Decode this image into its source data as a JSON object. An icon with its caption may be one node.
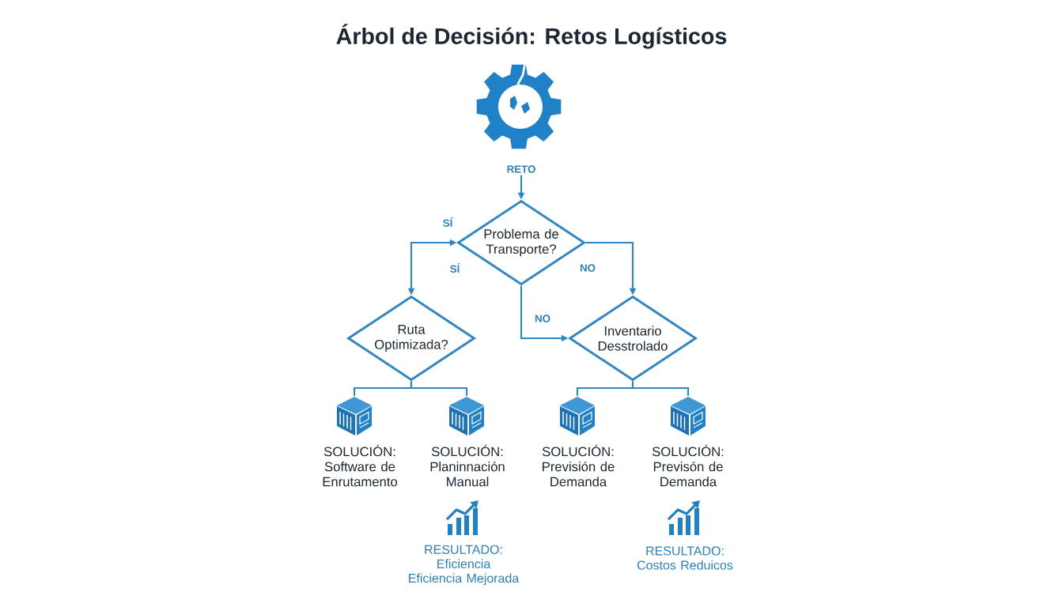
{
  "diagram": {
    "title": "Árbol de Decisión: Retos Logísticos",
    "nodes": [
      {
        "text": [
          "RETO"
        ]
      },
      {
        "text": [
          "Problema de Transporte?"
        ]
      },
      {
        "text": [
          "Ruta Optimizada?"
        ]
      },
      {
        "text": [
          "Inventario Desstrolado"
        ]
      },
      {
        "text": [],
        "shape": "picture",
        "beside": [
          "SOLUCIÓN: Software de Enrutamento"
        ]
      },
      {
        "text": [],
        "shape": "picture",
        "beside": [
          "SOLUCIÓN: Planinnación Manual"
        ]
      },
      {
        "text": [],
        "shape": "picture",
        "beside": [
          "SOLUCIÓN: Previsión de Demanda"
        ]
      },
      {
        "text": [],
        "shape": "picture",
        "beside": [
          "SOLUCIÓN: Previsón de Demanda"
        ]
      },
      {
        "text": [],
        "shape": "picture",
        "beside": [
          "RESULTADO: Eficiencia Eficiencia Mejorada"
        ]
      },
      {
        "text": [],
        "shape": "picture",
        "beside": [
          "RESULTADO: Costos Reduicos"
        ]
      }
    ],
    "edges": [
      {
        "from": 0,
        "to": 1,
        "arrow": "to"
      },
      {
        "from": 1,
        "to": 2,
        "arrow": "both",
        "label": "SÍ"
      },
      {
        "from": 1,
        "to": 3,
        "arrow": "to",
        "label": "NO"
      },
      {
        "from": 1,
        "to": 3,
        "arrow": "to",
        "label": "NO"
      },
      {
        "from": 2,
        "to": 4,
        "arrow": "none"
      },
      {
        "from": 2,
        "to": 5,
        "arrow": "none"
      },
      {
        "from": 3,
        "to": 6,
        "arrow": "none"
      },
      {
        "from": 3,
        "to": 7,
        "arrow": "none"
      }
    ],
    "labels": [
      "SÍ"
    ]
  }
}
